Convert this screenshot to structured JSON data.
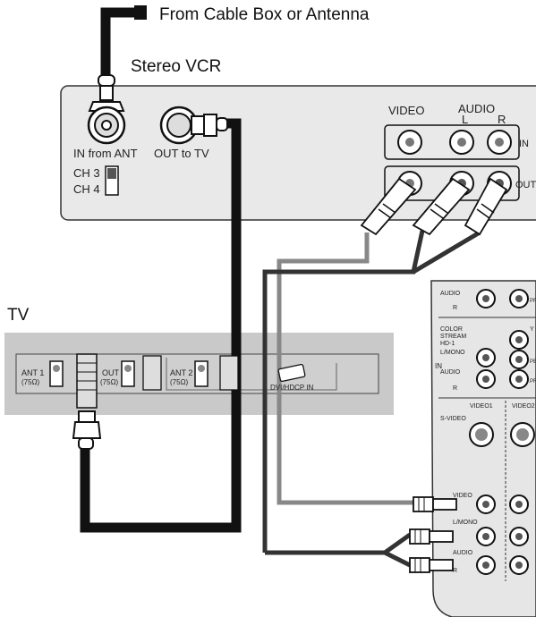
{
  "labels": {
    "from_source": "From Cable Box or Antenna",
    "vcr": "Stereo VCR",
    "tv": "TV",
    "in_from_ant": "IN from ANT",
    "out_to_tv": "OUT to TV",
    "ch3": "CH 3",
    "ch4": "CH 4",
    "video": "VIDEO",
    "audio": "AUDIO",
    "l": "L",
    "r": "R",
    "in": "IN",
    "out": "OUT",
    "ant1": "ANT 1",
    "ant2": "ANT 2",
    "ohm": "(75Ω)",
    "tv_out": "OUT",
    "dvi": "DVI/HDCP IN",
    "panel_audio_top": "AUDIO",
    "panel_r_top": "R",
    "panel_pr_top": "PR",
    "color_stream_1": "COLOR",
    "color_stream_2": "STREAM",
    "color_stream_3": "HD-1",
    "y": "Y",
    "pb": "PB",
    "pr": "PR",
    "panel_in": "IN",
    "l_mono": "L/MONO",
    "panel_audio_mid": "AUDIO",
    "panel_r_mid": "R",
    "video1": "VIDEO1",
    "video2": "VIDEO2",
    "s_video": "S-VIDEO",
    "panel_video": "VIDEO",
    "panel_l_mono": "L/MONO",
    "panel_audio_bot": "AUDIO",
    "panel_r_bot": "R"
  },
  "colors": {
    "cable_black": "#111111",
    "cable_gray": "#777777",
    "cable_dark": "#333333",
    "panel_fill": "#e8e8e8",
    "tv_fill": "#c9c9c9"
  }
}
